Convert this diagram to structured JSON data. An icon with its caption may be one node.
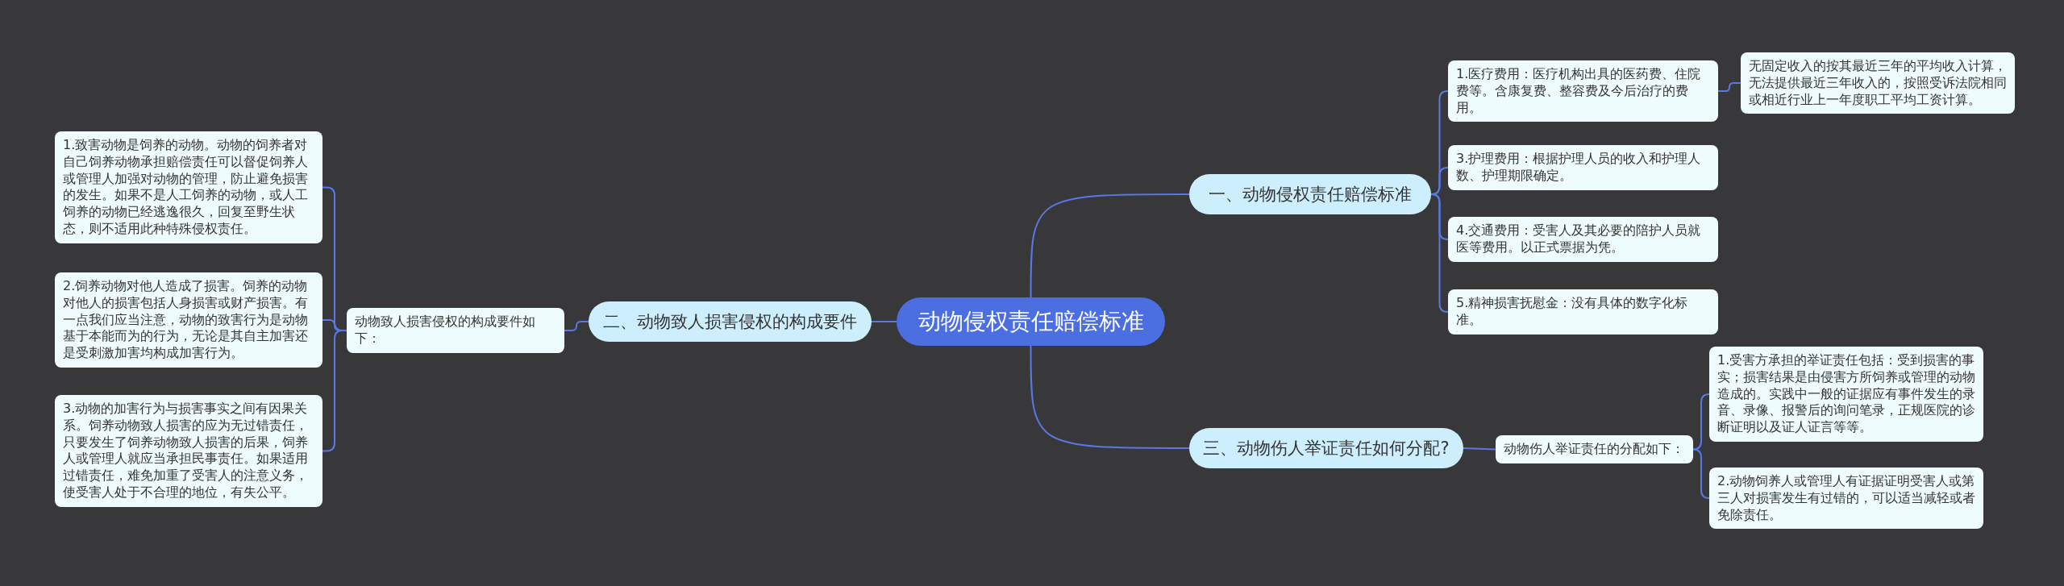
{
  "diagram": {
    "nodes": [
      {
        "text": [
          "动物侵权责任赔偿标准"
        ]
      },
      {
        "text": [
          "一、动物侵权责任赔偿标准"
        ]
      },
      {
        "text": [
          "1.医疗费用：医疗机构出具的医药费、住院费等。含康复费、整容费及今后治疗的费用。"
        ]
      },
      {
        "text": [
          "无固定收入的按其最近三年的平均收入计算，无法提供最近三年收入的，按照受诉法院相同或相近行业上一年度职工平均工资计算。"
        ]
      },
      {
        "text": [
          "3.护理费用：根据护理人员的收入和护理人数、护理期限确定。"
        ]
      },
      {
        "text": [
          "4.交通费用：受害人及其必要的陪护人员就医等费用。以正式票据为凭。"
        ]
      },
      {
        "text": [
          "5.精神损害抚慰金：没有具体的数字化标准。"
        ]
      },
      {
        "text": [
          "二、动物致人损害侵权的构成要件"
        ]
      },
      {
        "text": [
          "动物致人损害侵权的构成要件如下："
        ]
      },
      {
        "text": [
          "1.致害动物是饲养的动物。动物的饲养者对自己饲养动物承担赔偿责任可以督促饲养人或管理人加强对动物的管理，防止避免损害的发生。如果不是人工饲养的动物，或人工饲养的动物已经逃逸很久，回复至野生状态，则不适用此种特殊侵权责任。"
        ]
      },
      {
        "text": [
          "2.饲养动物对他人造成了损害。饲养的动物对他人的损害包括人身损害或财产损害。有一点我们应当注意，动物的致害行为是动物基于本能而为的行为，无论是其自主加害还是受刺激加害均构成加害行为。"
        ]
      },
      {
        "text": [
          "3.动物的加害行为与损害事实之间有因果关系。饲养动物致人损害的应为无过错责任，只要发生了饲养动物致人损害的后果，饲养人或管理人就应当承担民事责任。如果适用过错责任，难免加重了受害人的注意义务，使受害人处于不合理的地位，有失公平。"
        ]
      },
      {
        "text": [
          "三、动物伤人举证责任如何分配?"
        ]
      },
      {
        "text": [
          "动物伤人举证责任的分配如下："
        ]
      },
      {
        "text": [
          "1.受害方承担的举证责任包括：受到损害的事实；损害结果是由侵害方所饲养或管理的动物造成的。实践中一般的证据应有事件发生的录音、录像、报警后的询问笔录，正规医院的诊断证明以及证人证言等等。"
        ]
      },
      {
        "text": [
          "2.动物饲养人或管理人有证据证明受害人或第三人对损害发生有过错的，可以适当减轻或者免除责任。"
        ]
      }
    ],
    "edges": [
      {
        "from": 0,
        "to": 1,
        "arrow": "none"
      },
      {
        "from": 1,
        "to": 2,
        "arrow": "none"
      },
      {
        "from": 2,
        "to": 3,
        "arrow": "none"
      },
      {
        "from": 1,
        "to": 4,
        "arrow": "none"
      },
      {
        "from": 1,
        "to": 5,
        "arrow": "none"
      },
      {
        "from": 1,
        "to": 6,
        "arrow": "none"
      },
      {
        "from": 0,
        "to": 7,
        "arrow": "none"
      },
      {
        "from": 7,
        "to": 8,
        "arrow": "none"
      },
      {
        "from": 8,
        "to": 9,
        "arrow": "none"
      },
      {
        "from": 8,
        "to": 10,
        "arrow": "none"
      },
      {
        "from": 8,
        "to": 11,
        "arrow": "none"
      },
      {
        "from": 0,
        "to": 12,
        "arrow": "none"
      },
      {
        "from": 12,
        "to": 13,
        "arrow": "none"
      },
      {
        "from": 13,
        "to": 14,
        "arrow": "none"
      },
      {
        "from": 13,
        "to": 15,
        "arrow": "none"
      }
    ]
  }
}
